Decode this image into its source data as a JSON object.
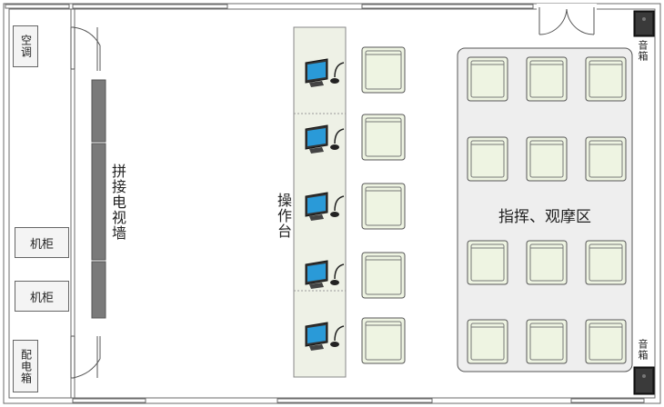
{
  "labels": {
    "air_conditioner": "空调",
    "cabinet_1": "机柜",
    "cabinet_2": "机柜",
    "distribution_box": "配电箱",
    "video_wall": "拼接电视墙",
    "console": "操作台",
    "command_area": "指挥、观摩区",
    "speaker_top": "音箱",
    "speaker_bottom": "音箱"
  },
  "counts": {
    "workstations": 5,
    "front_chairs": 5,
    "area_rows": 4,
    "area_cols": 3
  },
  "colors": {
    "wall": "#6b6b6b",
    "chair_fill": "#eef4e2",
    "console_fill": "#eef1e6",
    "area_fill": "#eeeeee",
    "screen": "#2a9ad8",
    "video_wall": "#7a7a7a"
  },
  "icons": {
    "monitor": "monitor-icon",
    "microphone": "microphone-icon",
    "speaker": "speaker-icon",
    "door": "door-icon"
  }
}
